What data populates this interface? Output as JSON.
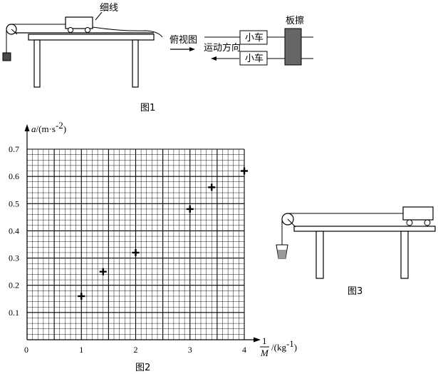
{
  "figure1": {
    "caption": "图1",
    "string_label": "细线",
    "top_view_label": "俯视图",
    "direction_label": "运动方向",
    "cart_top_label": "小车",
    "cart_bottom_label": "小车",
    "eraser_label": "板擦"
  },
  "figure2": {
    "caption": "图2",
    "y_axis_symbol": "a",
    "y_axis_unit": "/(m·s",
    "y_axis_unit_exp": "-2",
    "y_axis_unit_close": ")",
    "x_axis_num": "1",
    "x_axis_den": "M",
    "x_axis_unit": "/(kg",
    "x_axis_unit_exp": "-1",
    "x_axis_unit_close": ")",
    "origin_label": "0",
    "x_ticks": [
      "1",
      "2",
      "3",
      "4"
    ],
    "y_ticks": [
      "0.1",
      "0.2",
      "0.3",
      "0.4",
      "0.5",
      "0.6",
      "0.7"
    ]
  },
  "figure3": {
    "caption": "图3"
  },
  "chart_data": {
    "type": "scatter",
    "xlim": [
      0,
      4
    ],
    "ylim": [
      0,
      0.7
    ],
    "grid": true,
    "points": [
      {
        "x": 1.0,
        "y": 0.16
      },
      {
        "x": 1.4,
        "y": 0.25
      },
      {
        "x": 2.0,
        "y": 0.32
      },
      {
        "x": 3.0,
        "y": 0.48
      },
      {
        "x": 3.4,
        "y": 0.56
      },
      {
        "x": 4.0,
        "y": 0.62
      }
    ]
  }
}
